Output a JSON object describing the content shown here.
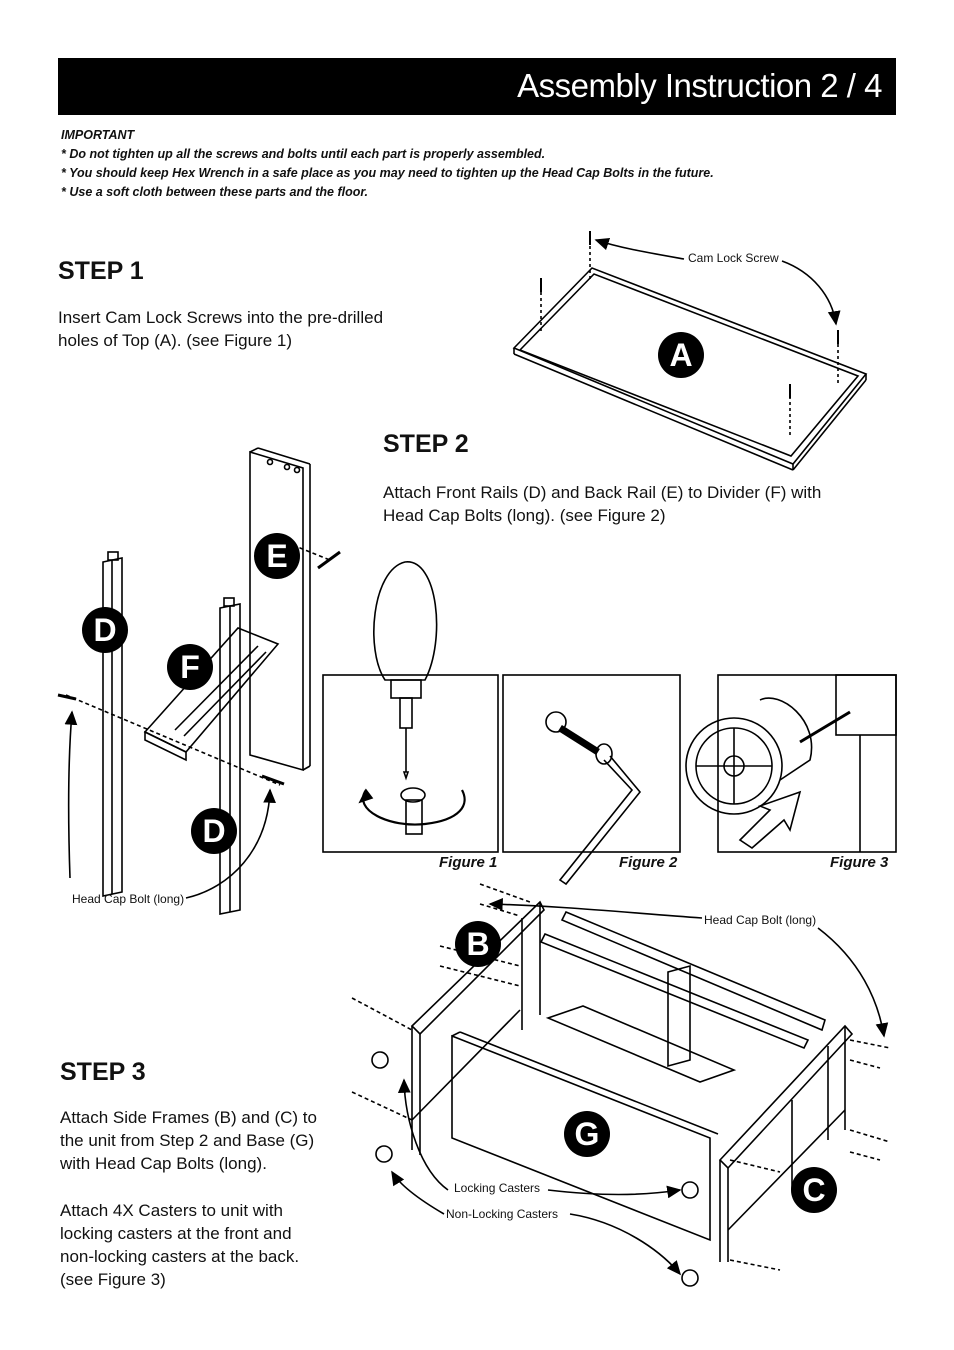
{
  "header": {
    "title": "Assembly Instruction 2 / 4"
  },
  "important": {
    "heading": "IMPORTANT",
    "notes": [
      "* Do not tighten up all the screws and bolts until each part is properly assembled.",
      "* You should keep Hex Wrench in a safe place as you may need to tighten up the Head Cap Bolts in the future.",
      "* Use a soft cloth between these parts and the floor."
    ]
  },
  "step1": {
    "title": "STEP 1",
    "text_lines": [
      "Insert Cam Lock Screws into the pre-drilled",
      "holes of Top (A). (see Figure 1)"
    ],
    "callout": "Cam Lock Screw",
    "badge": "A"
  },
  "step2": {
    "title": "STEP 2",
    "text_lines": [
      "Attach Front Rails (D) and Back Rail (E) to Divider (F) with",
      "Head Cap Bolts (long). (see Figure 2)"
    ],
    "callout": "Head Cap Bolt (long)",
    "badges": [
      "E",
      "D",
      "F",
      "D"
    ]
  },
  "figures": {
    "fig1": "Figure 1",
    "fig2": "Figure 2",
    "fig3": "Figure 3"
  },
  "step3": {
    "title": "STEP 3",
    "text_lines": [
      "Attach Side Frames (B) and (C) to",
      "the unit from Step 2 and Base (G)",
      "with Head Cap Bolts (long)."
    ],
    "text2_lines": [
      "Attach 4X Casters to unit with",
      "locking casters at the front and",
      "non-locking casters at the back.",
      "(see Figure 3)"
    ],
    "callouts": {
      "bolt": "Head Cap Bolt (long)",
      "locking": "Locking Casters",
      "non_locking": "Non-Locking Casters"
    },
    "badges": [
      "B",
      "G",
      "C"
    ]
  }
}
